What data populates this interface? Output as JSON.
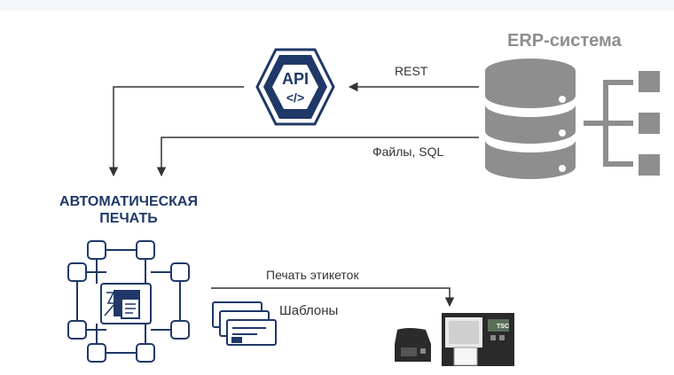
{
  "erp": {
    "title": "ERP-система"
  },
  "api": {
    "label": "API",
    "code": "</>"
  },
  "arrows": {
    "rest": "REST",
    "files": "Файлы, SQL",
    "print": "Печать этикеток"
  },
  "auto_print": {
    "title": "АВТОМАТИЧЕСКАЯ ПЕЧАТЬ"
  },
  "templates": {
    "label": "Шаблоны"
  },
  "printer": {
    "brand": "TSC"
  },
  "colors": {
    "navy": "#1f3868",
    "gray": "#8e8e8e",
    "dark": "#333333"
  }
}
